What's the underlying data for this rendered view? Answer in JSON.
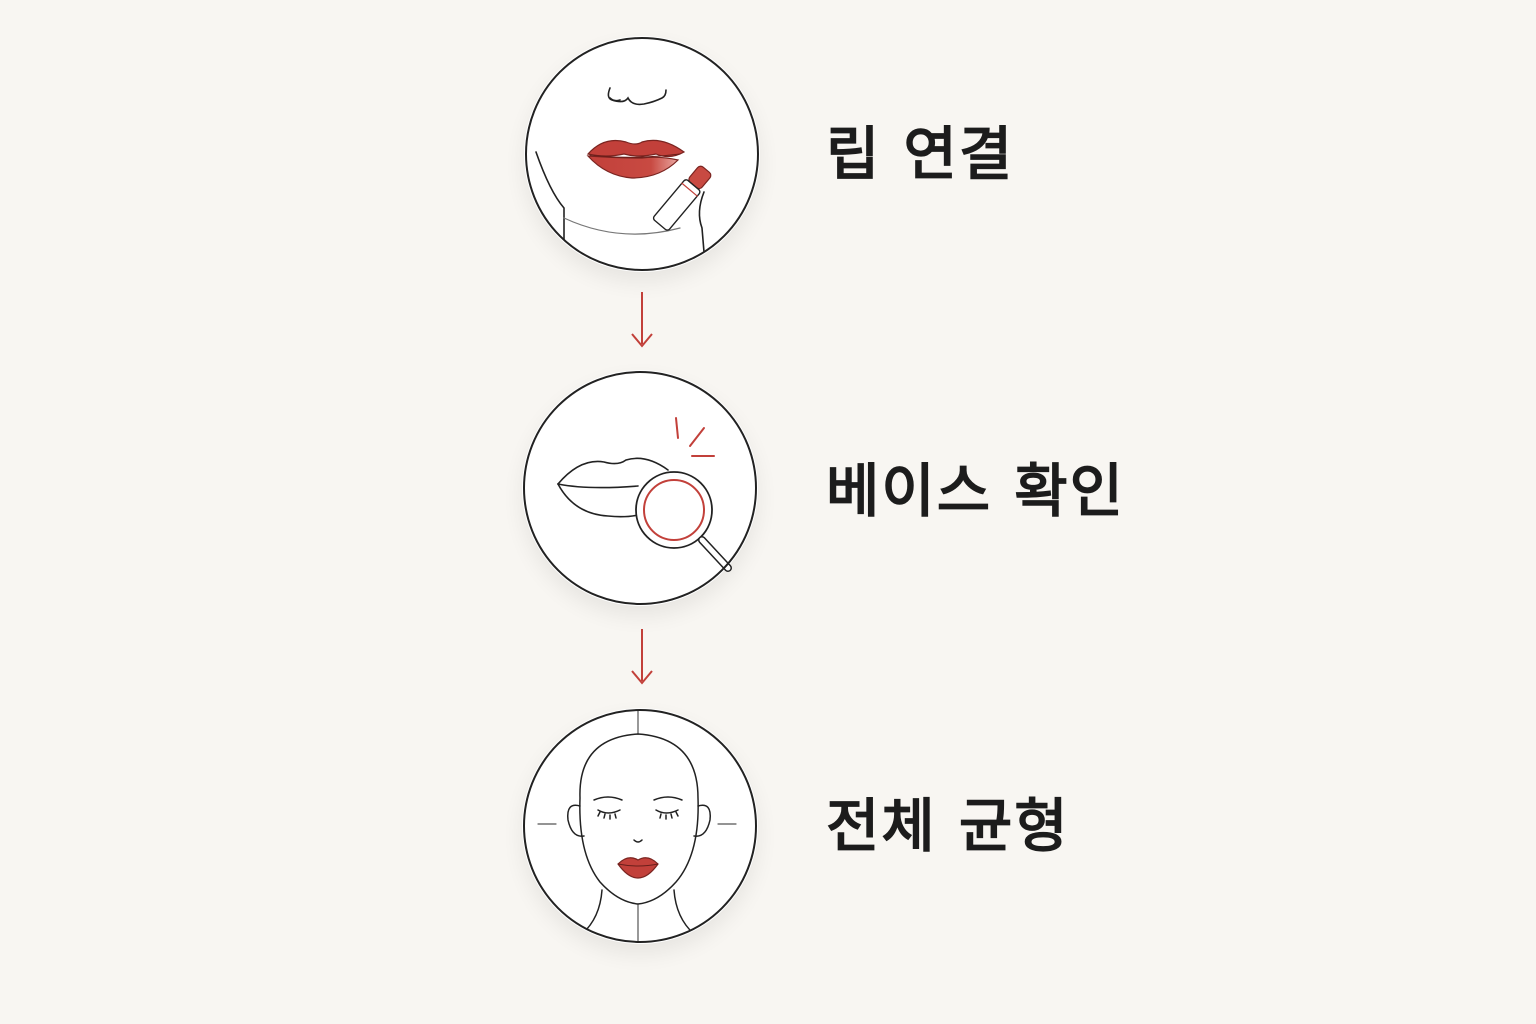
{
  "steps": [
    {
      "label": "립 연결",
      "icon": "lipstick-application-icon"
    },
    {
      "label": "베이스 확인",
      "icon": "lip-magnifier-icon"
    },
    {
      "label": "전체 균형",
      "icon": "face-symmetry-icon"
    }
  ],
  "colors": {
    "accent": "#c2403a",
    "line": "#222222",
    "background": "#f8f6f2"
  }
}
